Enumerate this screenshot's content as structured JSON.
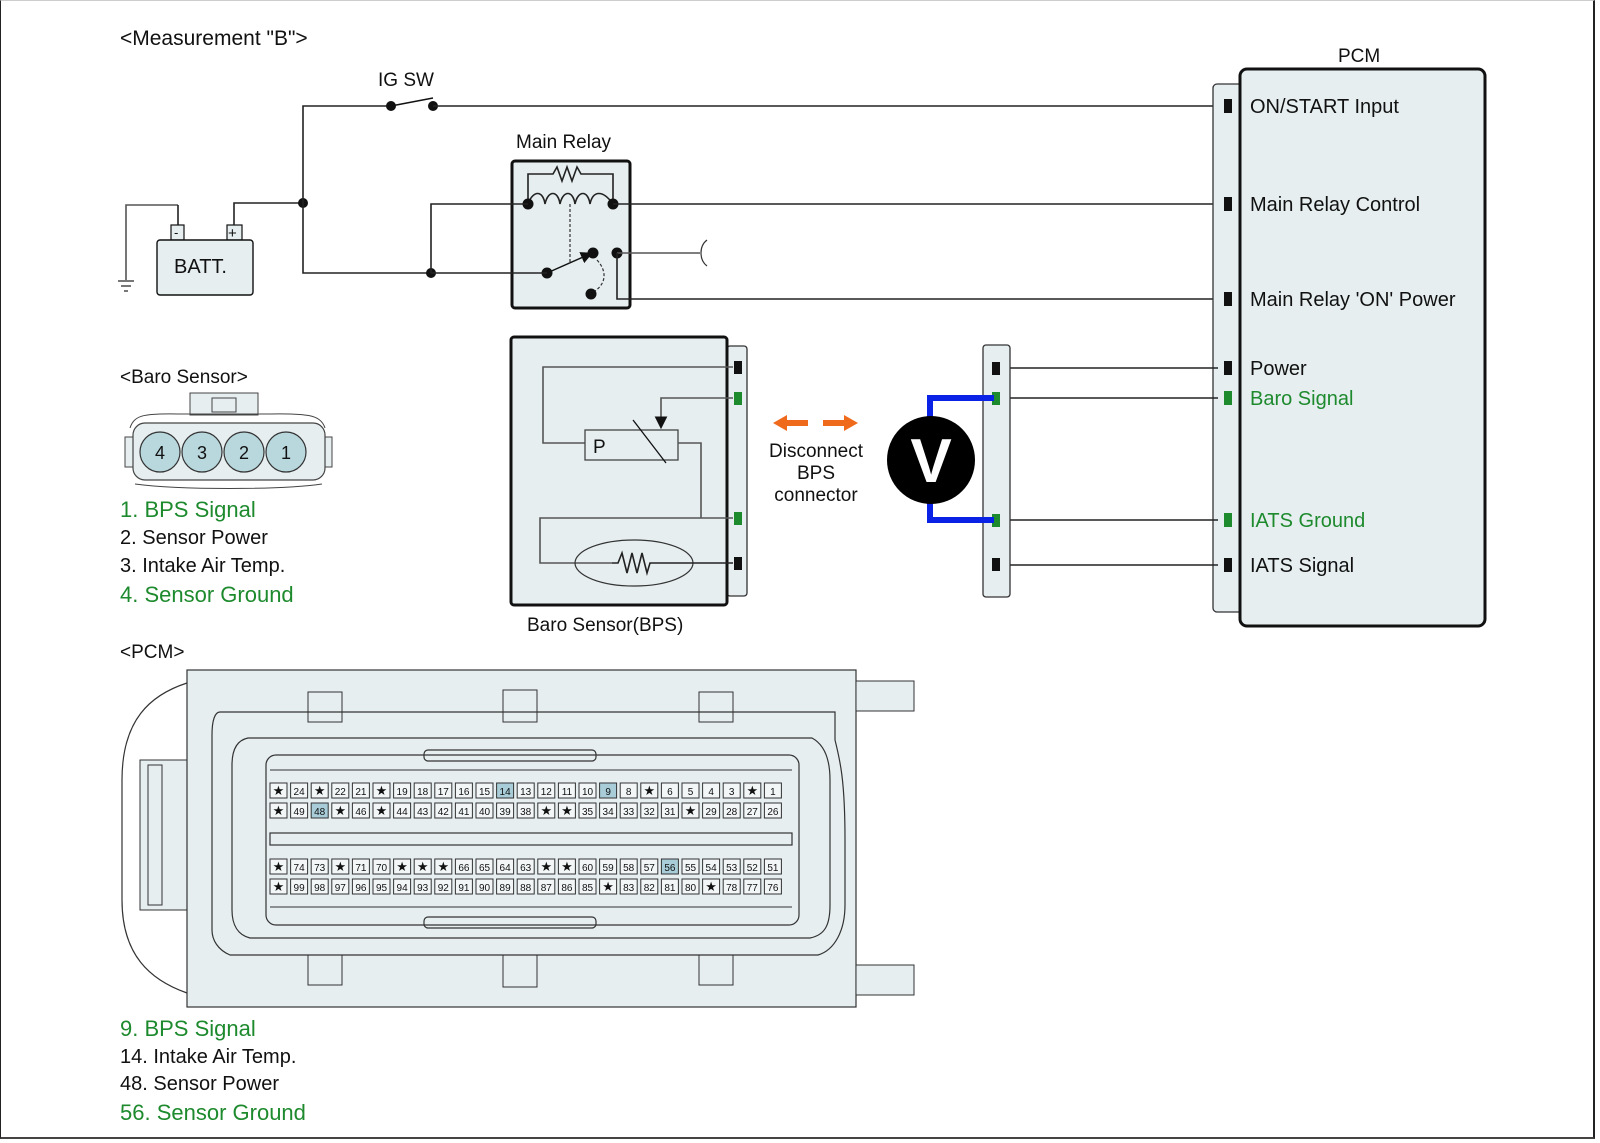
{
  "title": "<Measurement \"B\">",
  "colors": {
    "signal_green": "#1e8a2e",
    "meter_lead_blue": "#0a22e6",
    "disconnect_arrow_orange": "#f06a1c",
    "component_fill": "#e6eef0",
    "highlight_pin": "#a8cdd8"
  },
  "circuit": {
    "ig_switch_label": "IG SW",
    "battery_label": "BATT.",
    "battery_neg": "-",
    "battery_pos": "+",
    "main_relay_label": "Main Relay",
    "pcm_label": "PCM",
    "pcm_terminals": [
      {
        "label": "ON/START Input",
        "highlight": false
      },
      {
        "label": "Main Relay Control",
        "highlight": false
      },
      {
        "label": "Main Relay 'ON' Power",
        "highlight": false
      },
      {
        "label": "Power",
        "highlight": false
      },
      {
        "label": "Baro Signal",
        "highlight": true
      },
      {
        "label": "IATS Ground",
        "highlight": true
      },
      {
        "label": "IATS Signal",
        "highlight": false
      }
    ],
    "sensor_label": "Baro Sensor(BPS)",
    "sensor_element_label": "P",
    "disconnect_note": [
      "Disconnect",
      "BPS",
      "connector"
    ],
    "voltmeter_symbol": "V"
  },
  "baro_connector": {
    "heading": "<Baro Sensor>",
    "pins_display_order": [
      "4",
      "3",
      "2",
      "1"
    ],
    "legend": [
      {
        "text": "1. BPS Signal",
        "highlight": true
      },
      {
        "text": "2. Sensor Power",
        "highlight": false
      },
      {
        "text": "3. Intake Air Temp.",
        "highlight": false
      },
      {
        "text": "4. Sensor Ground",
        "highlight": true
      }
    ]
  },
  "pcm_connector": {
    "heading": "<PCM>",
    "star_symbol": "★",
    "rows": [
      [
        "*",
        "24",
        "*",
        "22",
        "21",
        "*",
        "19",
        "18",
        "17",
        "16",
        "15",
        "14",
        "13",
        "12",
        "11",
        "10",
        "9",
        "8",
        "*",
        "6",
        "5",
        "4",
        "3",
        "*",
        "1"
      ],
      [
        "*",
        "49",
        "48",
        "*",
        "46",
        "*",
        "44",
        "43",
        "42",
        "41",
        "40",
        "39",
        "38",
        "*",
        "*",
        "35",
        "34",
        "33",
        "32",
        "31",
        "*",
        "29",
        "28",
        "27",
        "26"
      ],
      [
        "*",
        "74",
        "73",
        "*",
        "71",
        "70",
        "*",
        "*",
        "*",
        "66",
        "65",
        "64",
        "63",
        "*",
        "*",
        "60",
        "59",
        "58",
        "57",
        "56",
        "55",
        "54",
        "53",
        "52",
        "51"
      ],
      [
        "*",
        "99",
        "98",
        "97",
        "96",
        "95",
        "94",
        "93",
        "92",
        "91",
        "90",
        "89",
        "88",
        "87",
        "86",
        "85",
        "*",
        "83",
        "82",
        "81",
        "80",
        "*",
        "78",
        "77",
        "76"
      ]
    ],
    "highlighted_pins": [
      "9",
      "14",
      "48",
      "56"
    ],
    "legend": [
      {
        "text": "9. BPS Signal",
        "highlight": true
      },
      {
        "text": "14. Intake Air Temp.",
        "highlight": false
      },
      {
        "text": "48. Sensor Power",
        "highlight": false
      },
      {
        "text": "56. Sensor Ground",
        "highlight": true
      }
    ]
  }
}
